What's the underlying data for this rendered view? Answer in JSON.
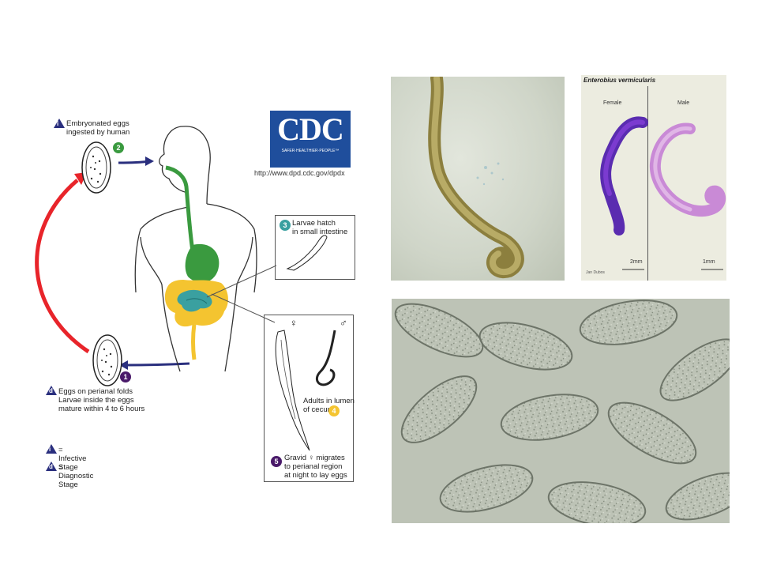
{
  "diagram": {
    "cdc_logo": {
      "letters": "CDC",
      "tagline": "SAFER·HEALTHIER·PEOPLE™",
      "url": "http://www.dpd.cdc.gov/dpdx"
    },
    "step1": {
      "badge": "i",
      "line1": "Embryonated eggs",
      "line2": "ingested by human",
      "number": "2"
    },
    "step3": {
      "number": "3",
      "line1": "Larvae hatch",
      "line2": "in small intestine"
    },
    "step4": {
      "line1": "Adults in lumen",
      "line2": "of cecum",
      "number": "4",
      "female_symbol": "♀",
      "male_symbol": "♂"
    },
    "step5": {
      "number": "5",
      "line1": "Gravid ♀ migrates",
      "line2": "to perianal region",
      "line3": "at night to lay eggs"
    },
    "step_d": {
      "number": "1",
      "badge": "d",
      "line1": "Eggs on perianal folds",
      "line2": "Larvae inside the eggs",
      "line3": "mature within 4 to 6 hours"
    },
    "legend": [
      {
        "badge": "i",
        "text": "= Infective Stage"
      },
      {
        "badge": "d",
        "text": "= Diagnostic Stage"
      }
    ],
    "colors": {
      "arrow_red": "#e8242a",
      "arrow_blue": "#2a2f7e",
      "gut_green": "#3a9a3f",
      "colon_yellow": "#f4c430",
      "small_intestine_teal": "#3aa0a0"
    }
  },
  "micrographs": {
    "adult_worm": {
      "alt": "larva-micrograph"
    },
    "stained_adults": {
      "title": "Enterobius vermicularis",
      "female_label": "Female",
      "male_label": "Male",
      "scale_female": "2mm",
      "scale_male": "1mm",
      "credit": "Jan Dubos"
    },
    "eggs": {
      "alt": "eggs-micrograph"
    }
  }
}
